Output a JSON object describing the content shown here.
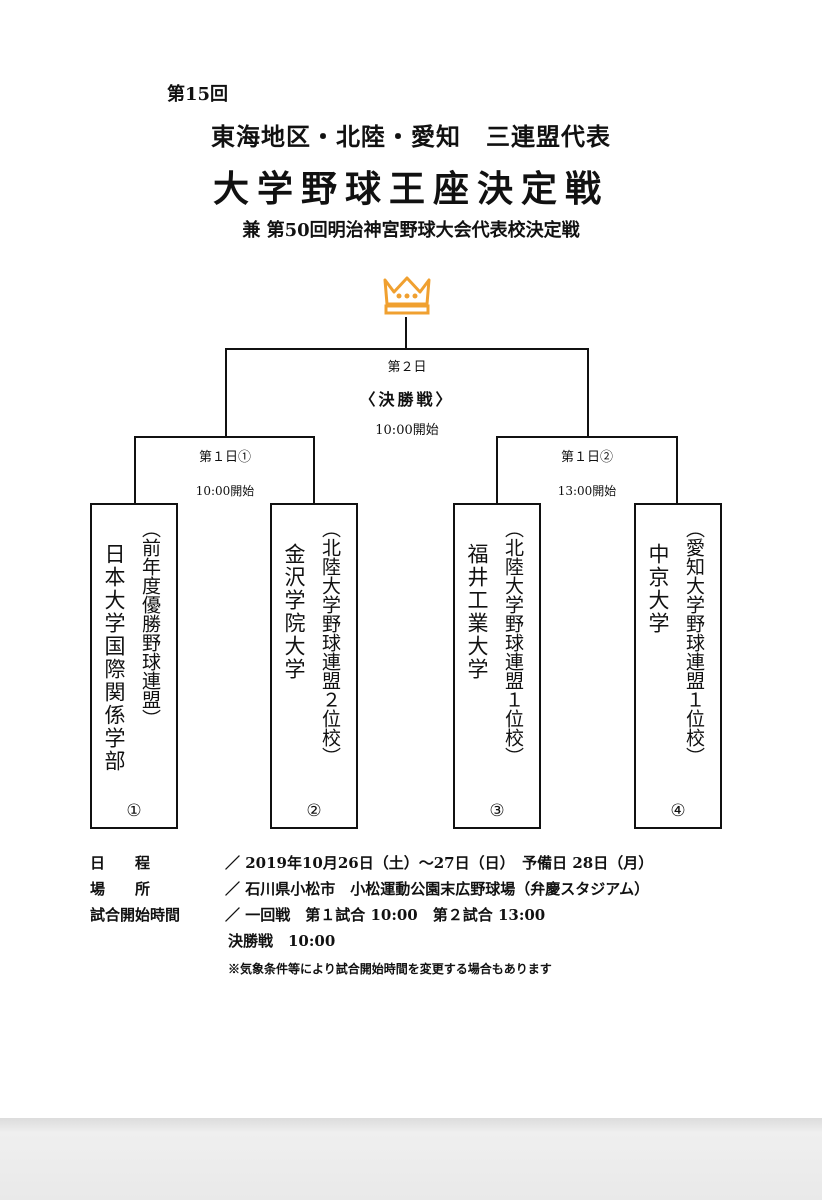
{
  "header": {
    "edition": "第15回",
    "title_line1": "東海地区・北陸・愛知　三連盟代表",
    "title_main": "大学野球王座決定戦",
    "title_sub": "兼 第50回明治神宮野球大会代表校決定戦"
  },
  "bracket": {
    "final": {
      "day": "第２日",
      "name": "〈決勝戦〉",
      "time": "10:00開始"
    },
    "semis": [
      {
        "day": "第１日①",
        "time": "10:00開始"
      },
      {
        "day": "第１日②",
        "time": "13:00開始"
      }
    ],
    "teams": [
      {
        "name": "日本大学国際関係学部",
        "note": "（前年度優勝野球連盟）",
        "seed": "①"
      },
      {
        "name": "金沢学院大学",
        "note": "（北陸大学野球連盟２位校）",
        "seed": "②"
      },
      {
        "name": "福井工業大学",
        "note": "（北陸大学野球連盟１位校）",
        "seed": "③"
      },
      {
        "name": "中京大学",
        "note": "（愛知大学野球連盟１位校）",
        "seed": "④"
      }
    ],
    "crown_icon": "crown-icon",
    "crown_color": "#f0a030"
  },
  "info": {
    "schedule_label": "日　　程",
    "schedule_value": "／ 2019年10月26日（土）～27日（日）　予備日 28日（月）",
    "venue_label": "場　　所",
    "venue_value": "／ 石川県小松市　小松運動公園末広野球場（弁慶スタジアム）",
    "start_label": "試合開始時間",
    "start_value": "／ 一回戦　第１試合 10:00　第２試合 13:00",
    "final_value": "決勝戦　10:00",
    "note": "※気象条件等により試合開始時間を変更する場合もあります"
  }
}
